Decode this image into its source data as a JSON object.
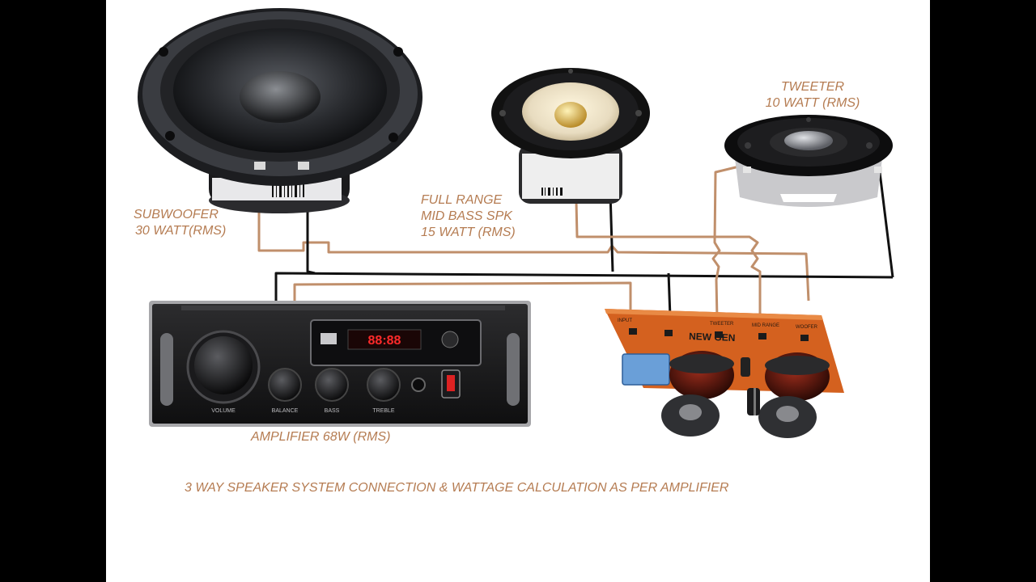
{
  "labels": {
    "subwoofer": {
      "name": "SUBWOOFER",
      "watt": "30 WATT(RMS)"
    },
    "full_range": {
      "line1": "FULL RANGE",
      "line2": "MID BASS SPK",
      "line3": "15 WATT (RMS)"
    },
    "tweeter": {
      "name": "TWEETER",
      "watt": "10 WATT (RMS)"
    },
    "amplifier": "AMPLIFIER 68W (RMS)",
    "caption": "3 WAY SPEAKER SYSTEM CONNECTION & WATTAGE CALCULATION AS PER AMPLIFIER"
  },
  "amplifier_panel": {
    "display": "88:88",
    "knobs": [
      "VOLUME",
      "BALANCE",
      "BASS",
      "TREBLE"
    ]
  },
  "crossover_board": {
    "title": "NEW GEN",
    "terminals": [
      "INPUT",
      "TWEETER",
      "MID RANGE",
      "WOOFER"
    ]
  },
  "colors": {
    "label": "#b57c52",
    "wire_brown": "#c08f6b",
    "wire_black": "#111111",
    "board": "#d4611f"
  }
}
